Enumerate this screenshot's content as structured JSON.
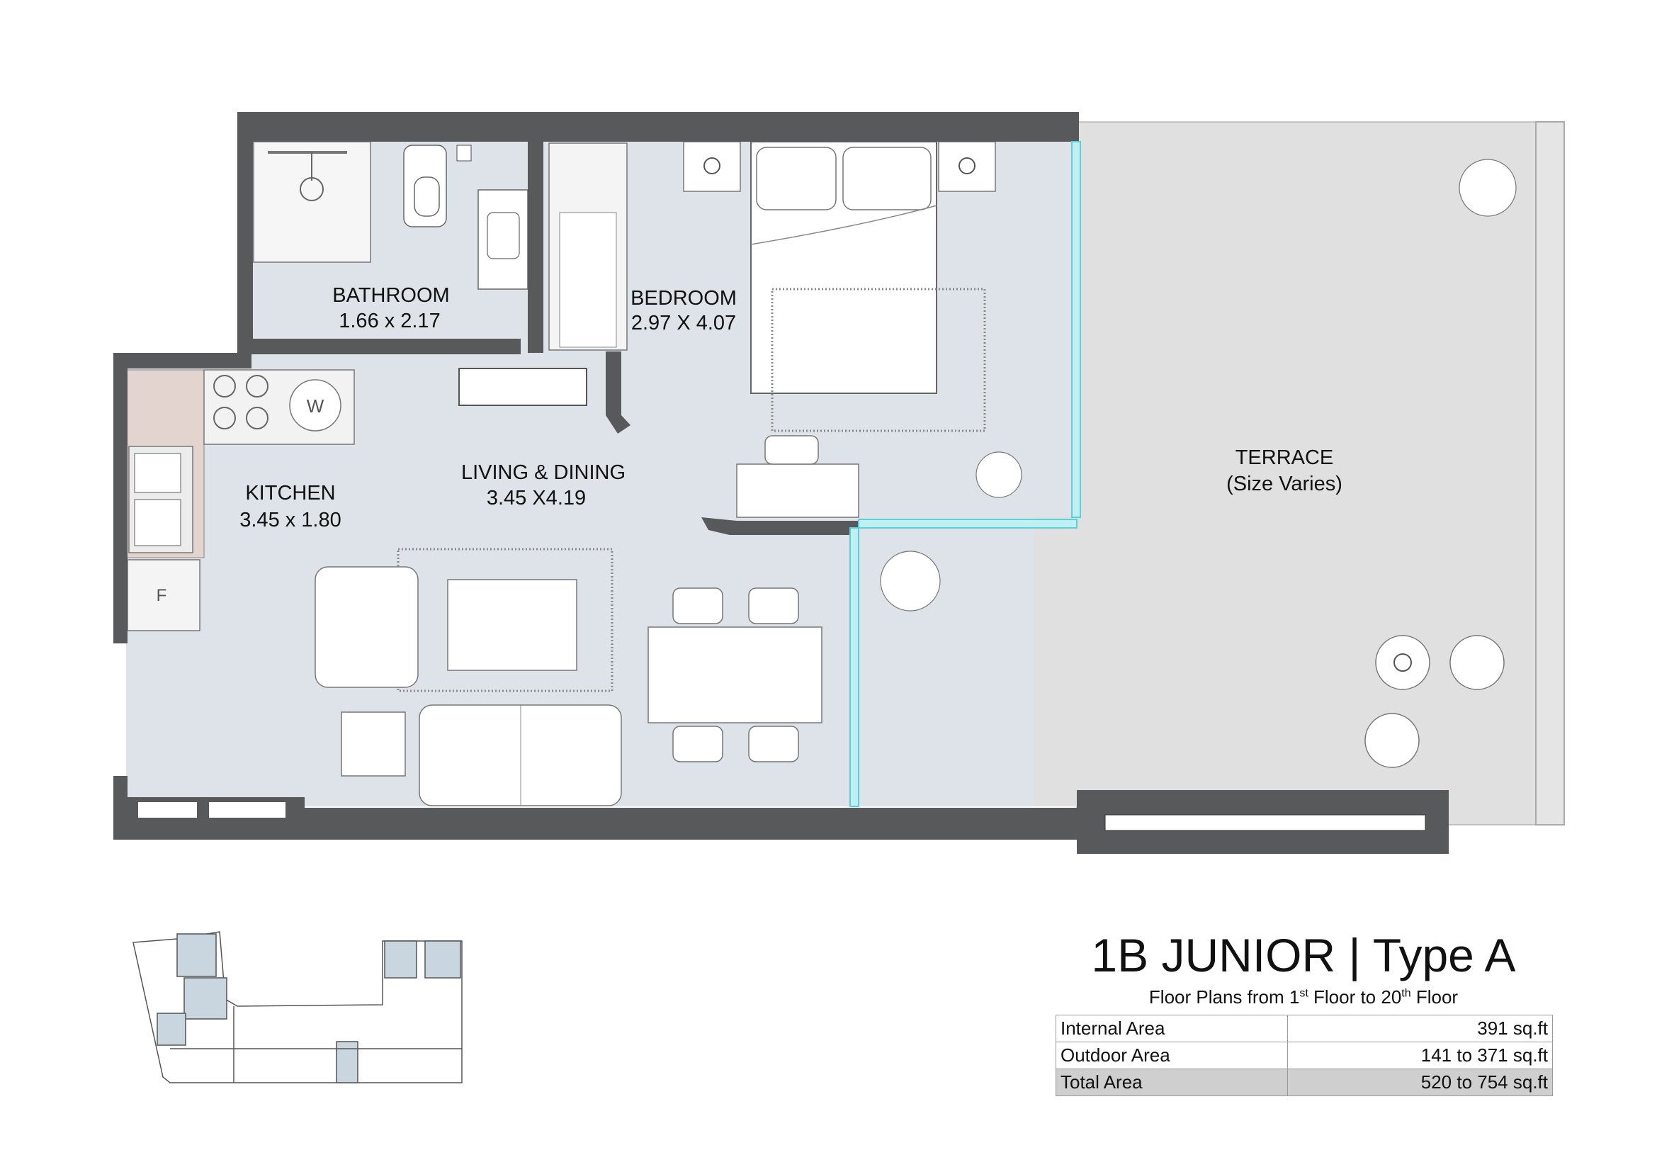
{
  "rooms": {
    "bathroom": {
      "name": "BATHROOM",
      "size": "1.66 x 2.17"
    },
    "bedroom": {
      "name": "BEDROOM",
      "size": "2.97 X 4.07"
    },
    "kitchen": {
      "name": "KITCHEN",
      "size": "3.45 x 1.80"
    },
    "living": {
      "name": "LIVING & DINING",
      "size": "3.45 X4.19"
    },
    "terrace": {
      "name": "TERRACE",
      "size": "(Size Varies)"
    }
  },
  "appliances": {
    "washer": "W",
    "fridge": "F"
  },
  "title": "1B JUNIOR | Type  A",
  "subtitle": {
    "prefix": "Floor Plans from 1",
    "sup1": "st",
    "middle": " Floor  to 20",
    "sup2": "th",
    "suffix": " Floor"
  },
  "areas": [
    {
      "label": "Internal Area",
      "value": "391 sq.ft"
    },
    {
      "label": "Outdoor Area",
      "value": "141 to 371 sq.ft"
    },
    {
      "label": "Total Area",
      "value": "520 to 754 sq.ft"
    }
  ],
  "colors": {
    "wall": "#58595b",
    "interior": "#dde3e8",
    "terrace": "#e0e0e0",
    "kitchen_counter": "#e4d4cf",
    "glazing": "#5ccfd8",
    "highlight_unit": "#c9d6df"
  }
}
